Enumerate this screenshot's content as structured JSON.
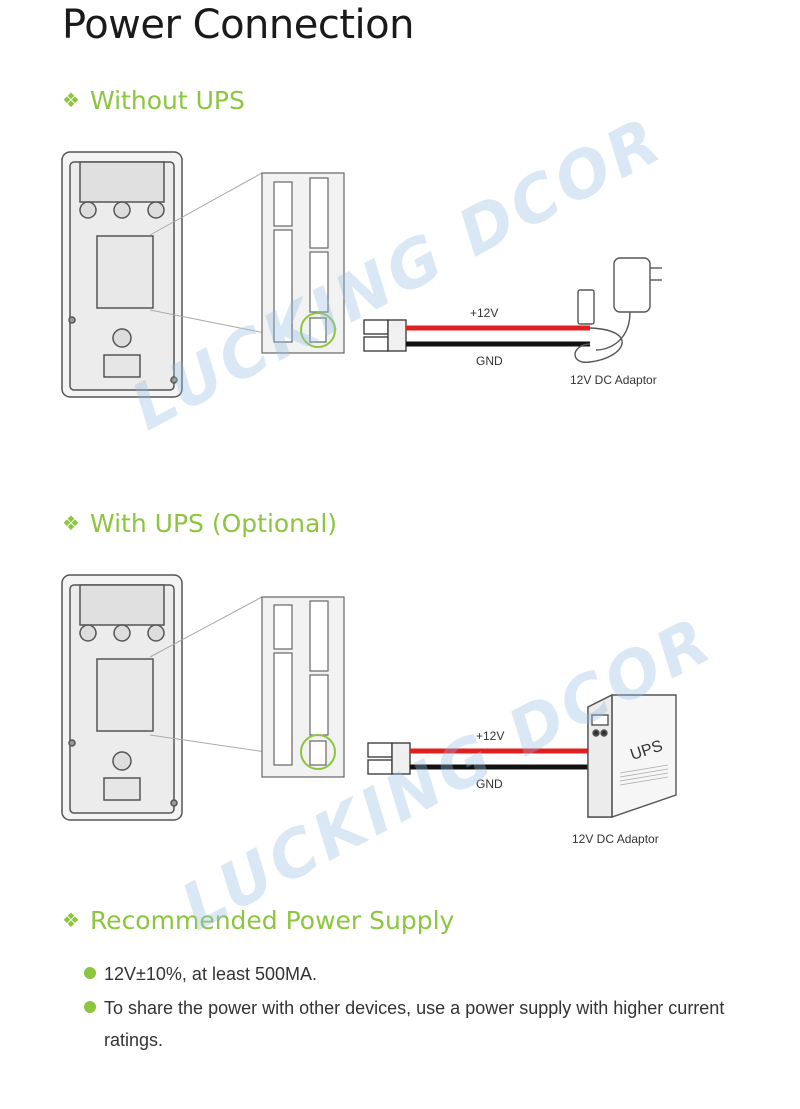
{
  "page": {
    "title": "Power Connection"
  },
  "colors": {
    "accent": "#8cc63f",
    "wire_positive": "#e02020",
    "wire_ground": "#111111",
    "watermark": "#96bee1"
  },
  "sections": {
    "without_ups": {
      "heading": "Without UPS",
      "bullet_icon": "❖",
      "labels": {
        "positive": "+12V",
        "ground": "GND",
        "adaptor": "12V DC Adaptor"
      }
    },
    "with_ups": {
      "heading": "With UPS (Optional)",
      "bullet_icon": "❖",
      "labels": {
        "positive": "+12V",
        "ground": "GND",
        "adaptor": "12V DC Adaptor",
        "ups_text": "UPS"
      }
    },
    "recommended": {
      "heading": "Recommended Power Supply",
      "bullet_icon": "❖",
      "items": [
        {
          "text": "12V±10%, at least 500MA."
        },
        {
          "text": "To share the power with other devices, use a power supply with higher current ratings."
        }
      ]
    }
  },
  "watermark": {
    "text": "LUCKING DCOR"
  }
}
